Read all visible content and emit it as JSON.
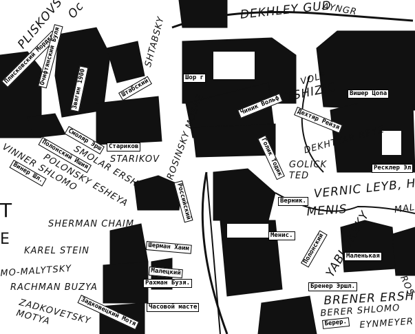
{
  "title": "Hand-drawn shtetl map with resident names",
  "colors": {
    "ink": "#111111",
    "paper": "#ffffff"
  },
  "latin_labels": {
    "pliskovs": "PLISKOVS",
    "oc": "Oc",
    "shtabsky": "SHTABSKY",
    "starikov": "STARIKOV",
    "smolar": "SMOLAR ERSHL",
    "polonsky": "POLONSKY ESHEYA",
    "vinner": "VINNER SHLOMO",
    "rosinsky": "ROSINSKY MOSHE",
    "dekhley": "DEKHLEY GUD",
    "ayngr": "AYNGR",
    "volf": "VOLF",
    "tshizic": "TSHIZIC",
    "dekhtyar": "DEKHTYAR REYZ",
    "golick": "GOLICK TED",
    "vernic": "VERNIC LEYB, HER",
    "menis": "MENIS",
    "mali": "MALI",
    "yablokosky": "YABLOKSKY",
    "pros": "PROS",
    "brener": "BRENER ERSHEL",
    "berer": "BERER SHLOMO",
    "eynmeyer": "EYNMEYER",
    "sherman": "SHERMAN CHAIM",
    "karel": "KAREL STEIN",
    "malytsky": "MO-MALYTSKY",
    "rachman": "RACHMAN BUZYA",
    "zadkovetsky": "ZADKOVETSKY MOTYA",
    "edge_t": "T",
    "edge_e": "E"
  },
  "cyrillic_tags": {
    "mordko": "Плисковский Мордко",
    "bulya": "Очифтянский Буля",
    "zvyagin": "Звягин 1900",
    "shtabsky": "Штабский",
    "smolar": "Смоляр Эрш",
    "polonsky": "Полонский Ишия",
    "vinner": "Винер Шл.",
    "starikov": "Стариков",
    "shor": "Шор г",
    "chinik": "Чиник Вольф",
    "dekhtyar": "Дехтяр Рейзя",
    "vishar": "Вишер Цопа",
    "reksler": "Ресклер Эл",
    "golik": "Голик Тодик",
    "vernik": "Верник.",
    "menis": "Менис.",
    "polonsky2": "Полонский",
    "malenkaya": "Маленькая",
    "brener": "Бренер Эршл.",
    "rossiysky": "Российский",
    "sherman": "Шерман Хаим",
    "maletsky": "Малецкий",
    "rakhman": "Рахман Бузя.",
    "chasovoy": "Часовой масте",
    "zadkovetsky": "Задковецкий Мотя",
    "berer": "Берер."
  }
}
